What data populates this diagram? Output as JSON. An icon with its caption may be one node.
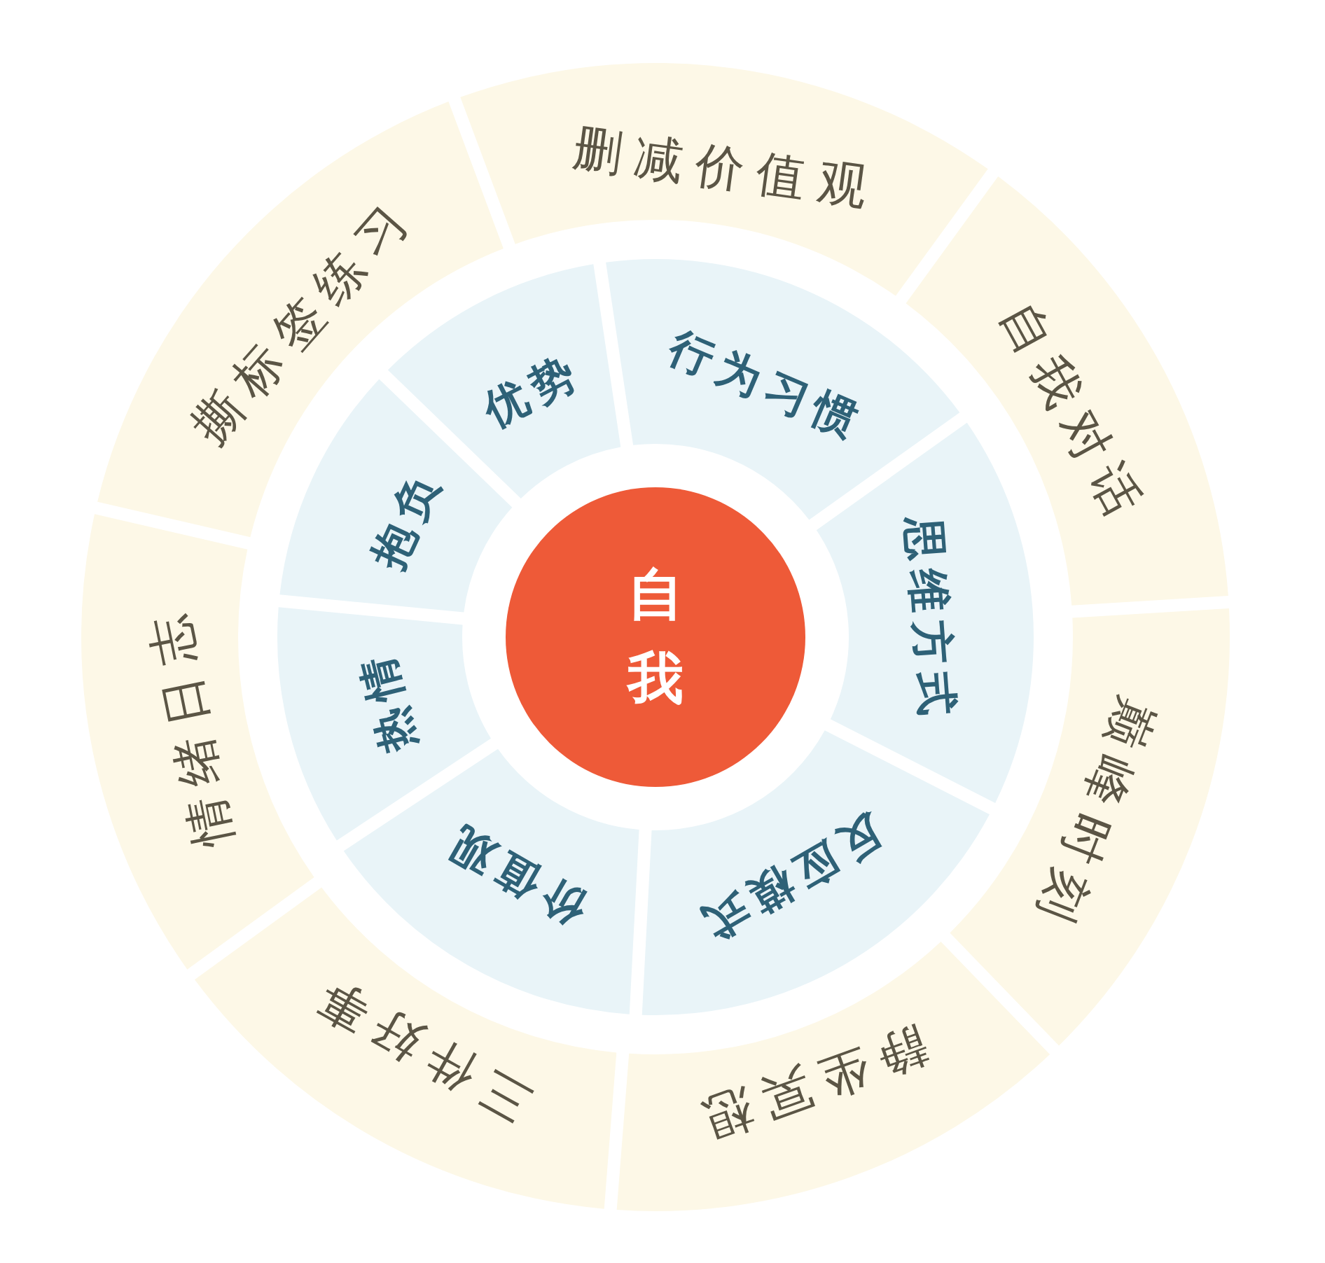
{
  "diagram": {
    "nodes": [
      {
        "text": [
          "自我"
        ]
      },
      {
        "text": [
          "行为习惯"
        ]
      },
      {
        "text": [
          "思维方式"
        ]
      },
      {
        "text": [
          "反应模式"
        ]
      },
      {
        "text": [
          "价值观"
        ]
      },
      {
        "text": [
          "热情"
        ]
      },
      {
        "text": [
          "抱负"
        ]
      },
      {
        "text": [
          "优势"
        ]
      },
      {
        "text": [
          "删减价值观"
        ]
      },
      {
        "text": [
          "自我对话"
        ]
      },
      {
        "text": [
          "巅峰时刻"
        ]
      },
      {
        "text": [
          "静坐冥想"
        ]
      },
      {
        "text": [
          "三件好事"
        ]
      },
      {
        "text": [
          "情绪日志"
        ]
      },
      {
        "text": [
          "撕标签练习"
        ]
      }
    ]
  }
}
